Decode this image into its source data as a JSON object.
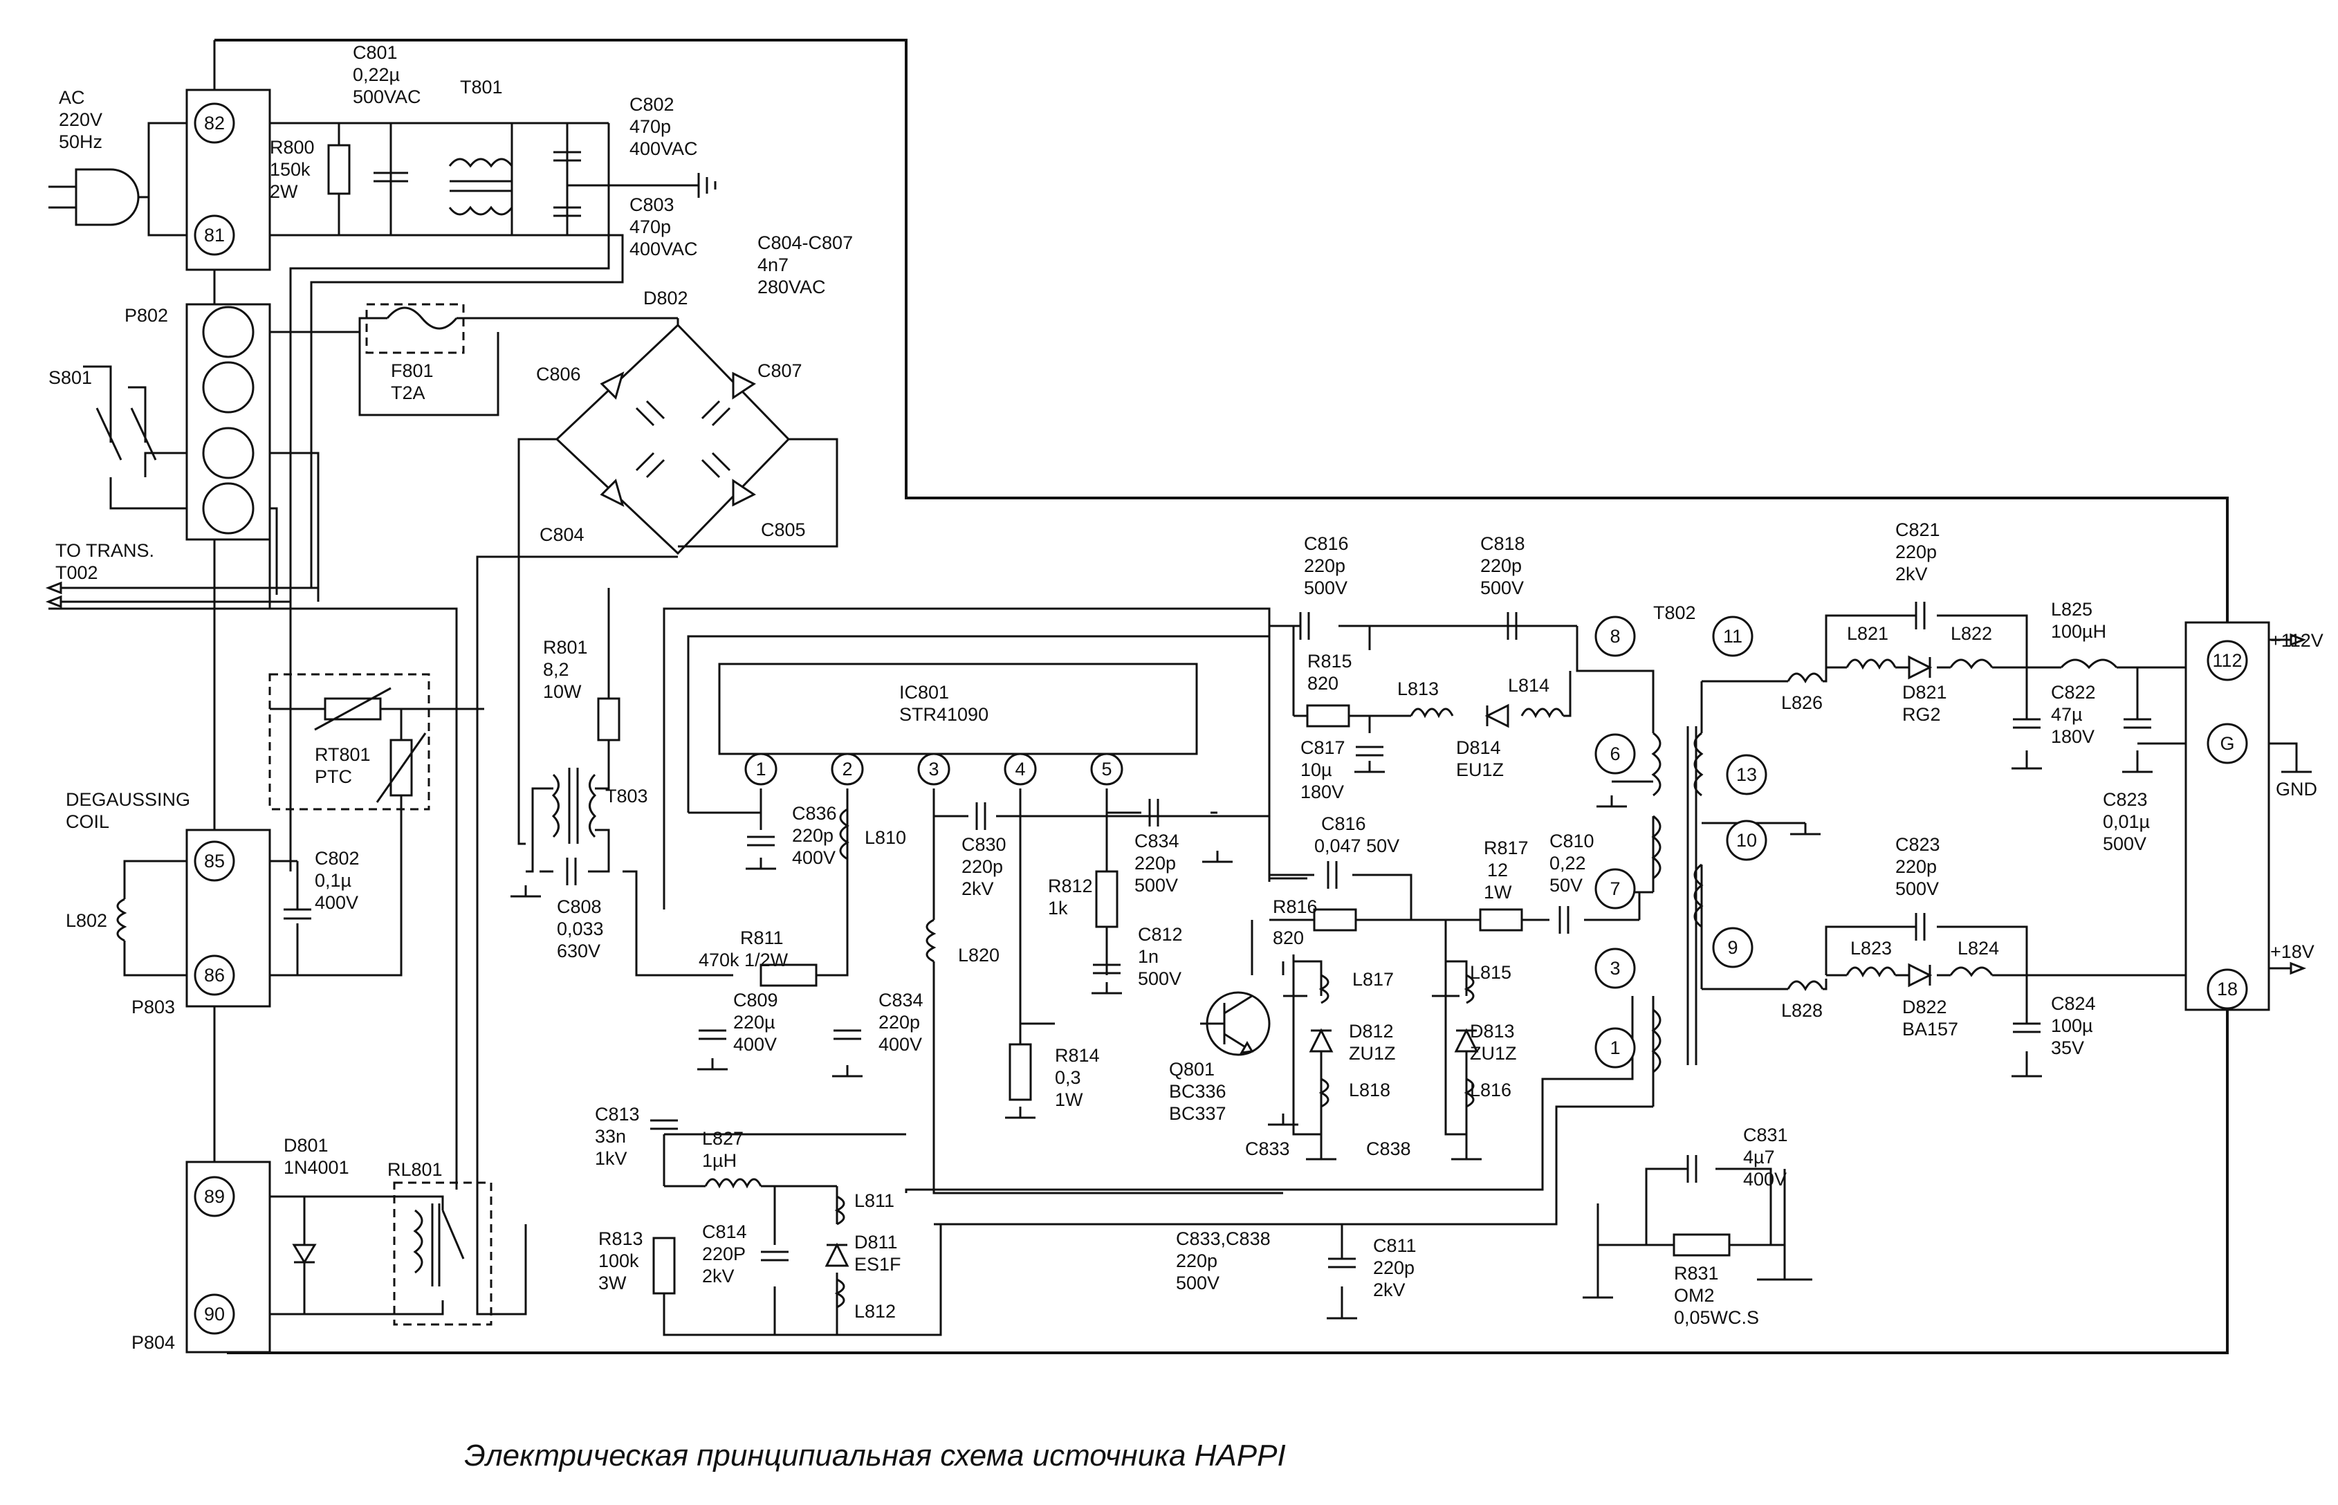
{
  "caption": "Электрическая принципиальная схема источника HAPPI",
  "colors": {
    "ink": "#111111",
    "paper": "#ffffff"
  },
  "components": [
    {
      "id": "ac_src",
      "label": [
        "AC",
        "220V",
        "50Hz"
      ]
    },
    {
      "id": "c801",
      "label": [
        "C801",
        "0,22µ",
        "500VAC"
      ]
    },
    {
      "id": "t801",
      "label": [
        "T801"
      ]
    },
    {
      "id": "r800",
      "label": [
        "R800",
        "150k",
        "2W"
      ]
    },
    {
      "id": "c802a",
      "label": [
        "C802",
        "470p",
        "400VAC"
      ]
    },
    {
      "id": "c803",
      "label": [
        "C803",
        "470p",
        "400VAC"
      ]
    },
    {
      "id": "c804_807",
      "label": [
        "C804-C807",
        "4n7",
        "280VAC"
      ]
    },
    {
      "id": "p802",
      "label": [
        "P802"
      ]
    },
    {
      "id": "s801",
      "label": [
        "S801"
      ]
    },
    {
      "id": "f801",
      "label": [
        "F801",
        "T2A"
      ]
    },
    {
      "id": "d802",
      "label": [
        "D802"
      ]
    },
    {
      "id": "c806",
      "label": [
        "C806"
      ]
    },
    {
      "id": "c807",
      "label": [
        "C807"
      ]
    },
    {
      "id": "c804",
      "label": [
        "C804"
      ]
    },
    {
      "id": "c805",
      "label": [
        "C805"
      ]
    },
    {
      "id": "to_trans",
      "label": [
        "TO TRANS.",
        "T002"
      ]
    },
    {
      "id": "r801",
      "label": [
        "R801",
        "8,2",
        "10W"
      ]
    },
    {
      "id": "t803",
      "label": [
        "T803"
      ]
    },
    {
      "id": "c808",
      "label": [
        "C808",
        "0,033",
        "630V"
      ]
    },
    {
      "id": "rt801",
      "label": [
        "RT801",
        "PTC"
      ]
    },
    {
      "id": "degauss",
      "label": [
        "DEGAUSSING",
        "COIL"
      ]
    },
    {
      "id": "c802b",
      "label": [
        "C802",
        "0,1µ",
        "400V"
      ]
    },
    {
      "id": "l802",
      "label": [
        "L802"
      ]
    },
    {
      "id": "p803",
      "label": [
        "P803"
      ]
    },
    {
      "id": "d801",
      "label": [
        "D801",
        "1N4001"
      ]
    },
    {
      "id": "rl801",
      "label": [
        "RL801"
      ]
    },
    {
      "id": "p804",
      "label": [
        "P804"
      ]
    },
    {
      "id": "ic801",
      "label": [
        "IC801",
        "STR41090"
      ]
    },
    {
      "id": "c836",
      "label": [
        "C836",
        "220p",
        "400V"
      ]
    },
    {
      "id": "l810",
      "label": [
        "L810"
      ]
    },
    {
      "id": "c830",
      "label": [
        "C830",
        "220p",
        "2kV"
      ]
    },
    {
      "id": "r812",
      "label": [
        "R812",
        "1k"
      ]
    },
    {
      "id": "c834a",
      "label": [
        "C834",
        "220p",
        "500V"
      ]
    },
    {
      "id": "c812",
      "label": [
        "C812",
        "1n",
        "500V"
      ]
    },
    {
      "id": "r811",
      "label": [
        "R811",
        "470k 1/2W"
      ]
    },
    {
      "id": "c809",
      "label": [
        "C809",
        "220µ",
        "400V"
      ]
    },
    {
      "id": "c834b",
      "label": [
        "C834",
        "220p",
        "400V"
      ]
    },
    {
      "id": "l820",
      "label": [
        "L820"
      ]
    },
    {
      "id": "r814",
      "label": [
        "R814",
        "0,3",
        "1W"
      ]
    },
    {
      "id": "q801",
      "label": [
        "Q801",
        "BC336",
        "BC337"
      ]
    },
    {
      "id": "c813",
      "label": [
        "C813",
        "33n",
        "1kV"
      ]
    },
    {
      "id": "l827",
      "label": [
        "L827",
        "1µH"
      ]
    },
    {
      "id": "r813",
      "label": [
        "R813",
        "100k",
        "3W"
      ]
    },
    {
      "id": "c814",
      "label": [
        "C814",
        "220P",
        "2kV"
      ]
    },
    {
      "id": "l811",
      "label": [
        "L811"
      ]
    },
    {
      "id": "d811",
      "label": [
        "D811",
        "ES1F"
      ]
    },
    {
      "id": "l812",
      "label": [
        "L812"
      ]
    },
    {
      "id": "c816a",
      "label": [
        "C816",
        "220p",
        "500V"
      ]
    },
    {
      "id": "c818",
      "label": [
        "C818",
        "220p",
        "500V"
      ]
    },
    {
      "id": "r815",
      "label": [
        "R815",
        "820"
      ]
    },
    {
      "id": "l813",
      "label": [
        "L813"
      ]
    },
    {
      "id": "l814",
      "label": [
        "L814"
      ]
    },
    {
      "id": "c817",
      "label": [
        "C817",
        "10µ",
        "180V"
      ]
    },
    {
      "id": "d814",
      "label": [
        "D814",
        "EU1Z"
      ]
    },
    {
      "id": "c816b",
      "label": [
        "C816",
        "0,047 50V"
      ]
    },
    {
      "id": "r817",
      "label": [
        "R817",
        "12",
        "1W"
      ]
    },
    {
      "id": "c810",
      "label": [
        "C810",
        "0,22",
        "50V"
      ]
    },
    {
      "id": "r816",
      "label": [
        "R816",
        "820"
      ]
    },
    {
      "id": "l817",
      "label": [
        "L817"
      ]
    },
    {
      "id": "d812",
      "label": [
        "D812",
        "ZU1Z"
      ]
    },
    {
      "id": "l818",
      "label": [
        "L818"
      ]
    },
    {
      "id": "c833",
      "label": [
        "C833"
      ]
    },
    {
      "id": "l815",
      "label": [
        "L815"
      ]
    },
    {
      "id": "d813",
      "label": [
        "D813",
        "ZU1Z"
      ]
    },
    {
      "id": "l816",
      "label": [
        "L816"
      ]
    },
    {
      "id": "c838",
      "label": [
        "C838"
      ]
    },
    {
      "id": "c833_838",
      "label": [
        "C833,C838",
        "220p",
        "500V"
      ]
    },
    {
      "id": "c811",
      "label": [
        "C811",
        "220p",
        "2kV"
      ]
    },
    {
      "id": "t802",
      "label": [
        "T802"
      ]
    },
    {
      "id": "c821",
      "label": [
        "C821",
        "220p",
        "2kV"
      ]
    },
    {
      "id": "l821",
      "label": [
        "L821"
      ]
    },
    {
      "id": "l822",
      "label": [
        "L822"
      ]
    },
    {
      "id": "l825",
      "label": [
        "L825",
        "100µH"
      ]
    },
    {
      "id": "l826",
      "label": [
        "L826"
      ]
    },
    {
      "id": "d821",
      "label": [
        "D821",
        "RG2"
      ]
    },
    {
      "id": "c822",
      "label": [
        "C822",
        "47µ",
        "180V"
      ]
    },
    {
      "id": "c823a",
      "label": [
        "C823",
        "0,01µ",
        "500V"
      ]
    },
    {
      "id": "c823b",
      "label": [
        "C823",
        "220p",
        "500V"
      ]
    },
    {
      "id": "l823",
      "label": [
        "L823"
      ]
    },
    {
      "id": "l824",
      "label": [
        "L824"
      ]
    },
    {
      "id": "l828",
      "label": [
        "L828"
      ]
    },
    {
      "id": "d822",
      "label": [
        "D822",
        "BA157"
      ]
    },
    {
      "id": "c824",
      "label": [
        "C824",
        "100µ",
        "35V"
      ]
    },
    {
      "id": "c831",
      "label": [
        "C831",
        "4µ7",
        "400V"
      ]
    },
    {
      "id": "r831",
      "label": [
        "R831",
        "OM2",
        "0,05WC.S"
      ]
    },
    {
      "id": "out112",
      "label": [
        "+112V"
      ]
    },
    {
      "id": "gnd",
      "label": [
        "GND"
      ]
    },
    {
      "id": "out18",
      "label": [
        "+18V"
      ]
    }
  ],
  "connector_pins": [
    {
      "id": "p82",
      "num": "82"
    },
    {
      "id": "p81",
      "num": "81"
    },
    {
      "id": "p85",
      "num": "85"
    },
    {
      "id": "p86",
      "num": "86"
    },
    {
      "id": "p89",
      "num": "89"
    },
    {
      "id": "p90",
      "num": "90"
    },
    {
      "id": "ic1",
      "num": "1"
    },
    {
      "id": "ic2",
      "num": "2"
    },
    {
      "id": "ic3",
      "num": "3"
    },
    {
      "id": "ic4",
      "num": "4"
    },
    {
      "id": "ic5",
      "num": "5"
    },
    {
      "id": "o112",
      "num": "112"
    },
    {
      "id": "oG",
      "num": "G"
    },
    {
      "id": "o18",
      "num": "18"
    }
  ],
  "winding_numbers": [
    {
      "id": "w8",
      "num": "8"
    },
    {
      "id": "w6",
      "num": "6"
    },
    {
      "id": "w7",
      "num": "7"
    },
    {
      "id": "w3",
      "num": "3"
    },
    {
      "id": "w1",
      "num": "1"
    },
    {
      "id": "w11",
      "num": "11"
    },
    {
      "id": "w13",
      "num": "13"
    },
    {
      "id": "w10",
      "num": "10"
    },
    {
      "id": "w9",
      "num": "9"
    }
  ]
}
